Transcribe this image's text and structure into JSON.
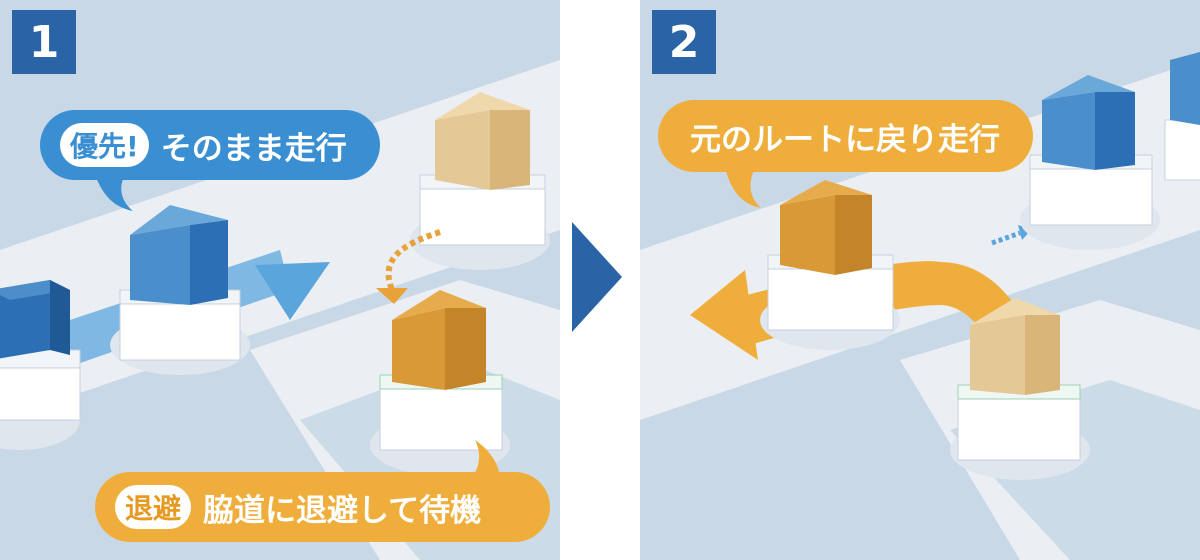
{
  "panel1": {
    "number": "1",
    "bubble_priority": {
      "tag": "優先!",
      "text": "そのまま走行"
    },
    "bubble_avoid": {
      "tag": "退避",
      "text": "脇道に退避して待機"
    }
  },
  "panel2": {
    "number": "2",
    "bubble_resume": {
      "text": "元のルートに戻り走行"
    }
  },
  "colors": {
    "road": "#ebeff4",
    "floor": "#c9d8e7",
    "blue_accent": "#3a8fd2",
    "orange_accent": "#efae3c",
    "badge": "#2a63a6"
  },
  "icons": [
    "next-step-arrow-icon",
    "direction-arrow-icon",
    "robot-icon"
  ]
}
